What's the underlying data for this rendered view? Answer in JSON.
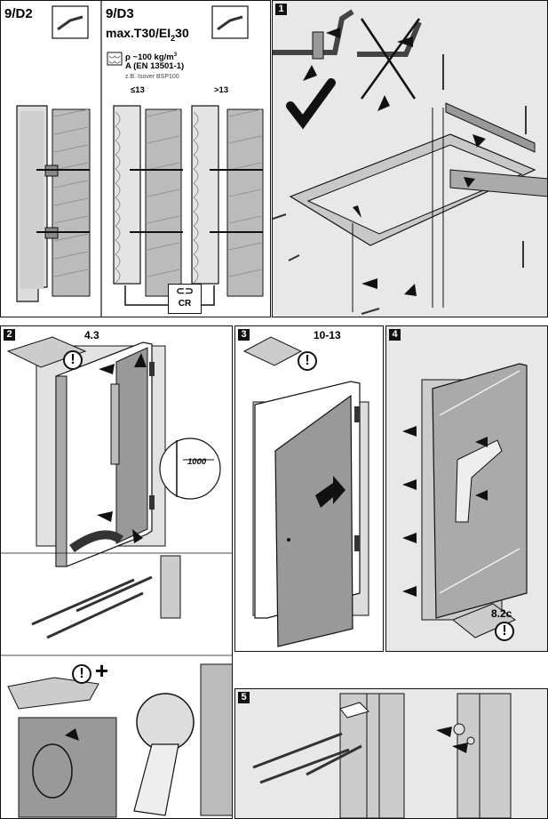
{
  "top_left": {
    "d2_title": "9/D2",
    "d3_title": "9/D3",
    "rating": "max.T30/EI",
    "rating_sub": "2",
    "rating_suffix": "30",
    "density": "ρ ~100 kg/m",
    "density_sup": "3",
    "class": "A (EN 13501-1)",
    "example": "z.B. Isover BSP100",
    "gap_small": "≤13",
    "gap_large": ">13",
    "cr_label": "CR"
  },
  "steps": {
    "s1": "1",
    "s2": "2",
    "s3": "3",
    "s4": "4",
    "s5": "5"
  },
  "refs": {
    "s2_ref": "4.3",
    "s3_ref": "10-13",
    "s4_ref": "8.2c",
    "dim": "1000"
  },
  "icons": {
    "warning": "!",
    "plus": "+",
    "check": "checkmark-icon"
  }
}
